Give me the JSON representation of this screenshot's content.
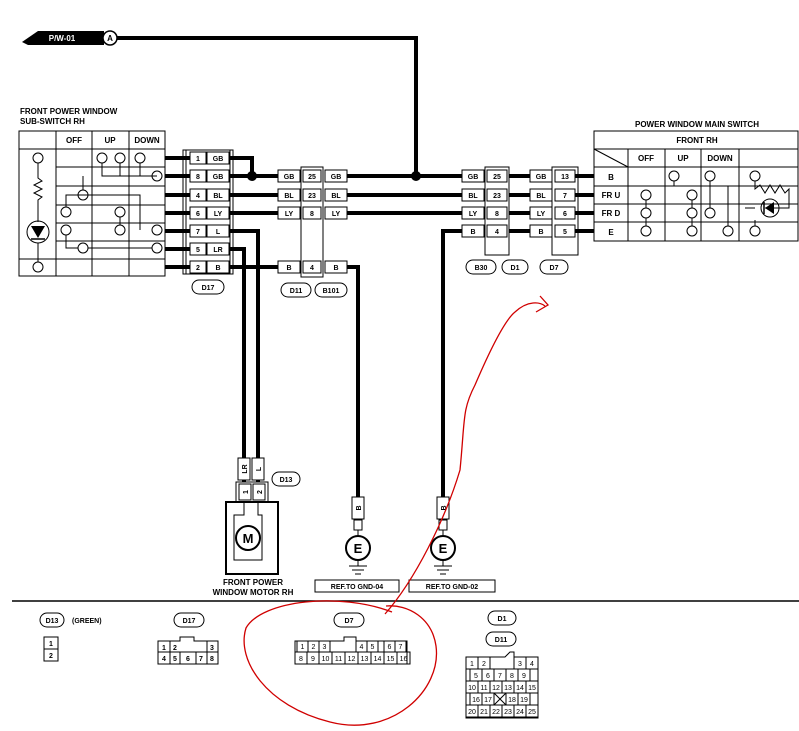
{
  "top_wire": {
    "code": "P/W-01",
    "connector_letter": "A"
  },
  "sub_switch": {
    "title_line1": "FRONT POWER WINDOW",
    "title_line2": "SUB-SWITCH RH",
    "col_headers": [
      "OFF",
      "UP",
      "DOWN"
    ],
    "pins": [
      {
        "pin": "1",
        "color": "GB"
      },
      {
        "pin": "8",
        "color": "GB"
      },
      {
        "pin": "4",
        "color": "BL"
      },
      {
        "pin": "6",
        "color": "LY"
      },
      {
        "pin": "7",
        "color": "L"
      },
      {
        "pin": "5",
        "color": "LR"
      },
      {
        "pin": "2",
        "color": "B"
      }
    ],
    "connector_label": "D17"
  },
  "mid_connector": {
    "rows": [
      {
        "left": "GB",
        "pin": "25",
        "right": "GB"
      },
      {
        "left": "BL",
        "pin": "23",
        "right": "BL"
      },
      {
        "left": "LY",
        "pin": "8",
        "right": "LY"
      },
      {
        "left": "B",
        "pin": "4",
        "right": "B"
      }
    ],
    "labels": [
      "D11",
      "B101"
    ]
  },
  "right_connector": {
    "rows": [
      {
        "left": "GB",
        "pin1": "25",
        "mid": "GB",
        "pin2": "13"
      },
      {
        "left": "BL",
        "pin1": "23",
        "mid": "BL",
        "pin2": "7"
      },
      {
        "left": "LY",
        "pin1": "8",
        "mid": "LY",
        "pin2": "6"
      },
      {
        "left": "B",
        "pin1": "4",
        "mid": "B",
        "pin2": "5"
      }
    ],
    "labels": [
      "B30",
      "D1",
      "D7"
    ]
  },
  "main_switch": {
    "title": "POWER WINDOW MAIN SWITCH",
    "subtitle": "FRONT RH",
    "col_headers": [
      "OFF",
      "UP",
      "DOWN"
    ],
    "row_labels": [
      "B",
      "FR U",
      "FR D",
      "E"
    ]
  },
  "motor": {
    "wire_labels": [
      "LR",
      "L"
    ],
    "pins": [
      "1",
      "2"
    ],
    "connector": "D13",
    "symbol": "M",
    "title_line1": "FRONT POWER",
    "title_line2": "WINDOW MOTOR RH"
  },
  "grounds": [
    {
      "wire": "B",
      "symbol": "E",
      "ref": "REF.TO GND-04"
    },
    {
      "wire": "B",
      "symbol": "E",
      "ref": "REF.TO GND-02"
    }
  ],
  "connector_views": {
    "d13": {
      "name": "D13",
      "note": "(GREEN)",
      "pins": [
        "1",
        "2"
      ]
    },
    "d17": {
      "name": "D17",
      "pins": [
        "1",
        "2",
        "3",
        "4",
        "5",
        "6",
        "7",
        "8"
      ]
    },
    "d7": {
      "name": "D7",
      "pins": [
        "1",
        "2",
        "3",
        "4",
        "5",
        "6",
        "7",
        "8",
        "9",
        "10",
        "11",
        "12",
        "13",
        "14",
        "15",
        "16"
      ]
    },
    "d1": {
      "name": "D1",
      "name2": "D11",
      "pins": [
        "1",
        "2",
        "3",
        "4",
        "5",
        "6",
        "7",
        "8",
        "9",
        "10",
        "11",
        "12",
        "13",
        "14",
        "15",
        "16",
        "17",
        "18",
        "19",
        "20",
        "21",
        "22",
        "23",
        "24",
        "25"
      ]
    }
  },
  "annotation_color": "#d00000"
}
